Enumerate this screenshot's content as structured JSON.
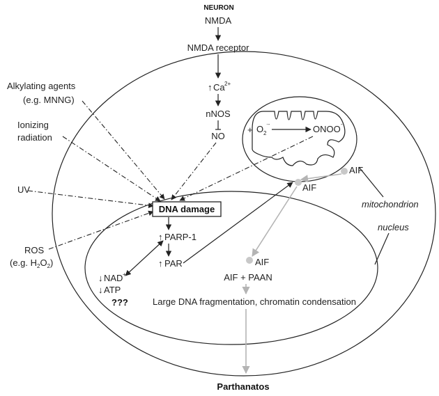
{
  "header": {
    "neuron": "NEURON",
    "nmda": "NMDA",
    "nmda_receptor": "NMDA receptor"
  },
  "pathway": {
    "ca_arrow": "↑",
    "ca_base": "Ca",
    "ca_sup": "2+",
    "nnos": "nNOS",
    "no": "NO"
  },
  "mitochondrion": {
    "plus": "+",
    "o2": "O",
    "o2_sub": "2",
    "o2_sup": "·-",
    "onoo": "ONOO",
    "onoo_sup": "-",
    "aif_inner": "AIF",
    "label": "mitochondrion"
  },
  "damage_agents": {
    "alkylating_line1": "Alkylating agents",
    "alkylating_line2": "(e.g. MNNG)",
    "ionizing_line1": "Ionizing",
    "ionizing_line2": "radiation",
    "uv": "UV",
    "ros_line1": "ROS",
    "ros_line2_a": "(e.g. H",
    "ros_sub1": "2",
    "ros_o": "O",
    "ros_sub2": "2",
    "ros_close": ")"
  },
  "nucleus": {
    "dna_damage": "DNA damage",
    "parp_arrow": "↑",
    "parp": "PARP-1",
    "par_arrow": "↑",
    "par": "PAR",
    "nad_arrow": "↓",
    "nad": "NAD",
    "nad_sup": "+",
    "atp_arrow": "↓",
    "atp": "ATP",
    "unknown": "???",
    "aif_outer": "AIF",
    "aif_nuclear": "AIF",
    "aif_paan": "AIF + PAAN",
    "fragmentation": "Large DNA fragmentation, chromatin condensation",
    "label": "nucleus"
  },
  "outcome": {
    "parthanatos": "Parthanatos"
  },
  "colors": {
    "ink": "#222222",
    "translocation_grey": "#b4b4b4",
    "aif_dot": "#c8c8c8"
  }
}
